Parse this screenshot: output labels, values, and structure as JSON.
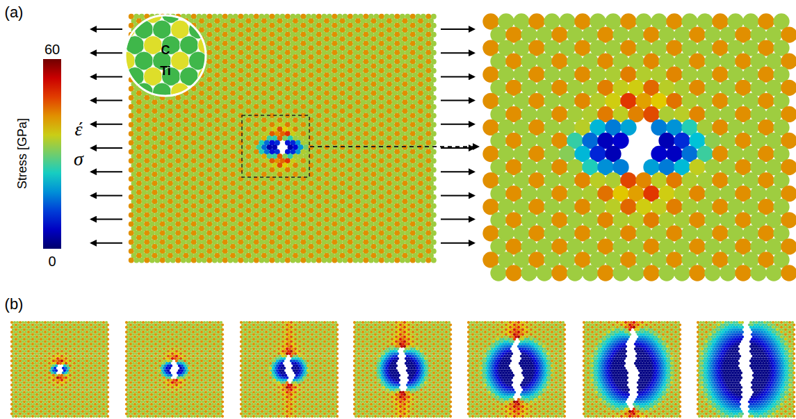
{
  "diagram": {
    "labels": [
      "(a)",
      "60",
      "Stress [GPa]",
      "0",
      "C",
      "Ti",
      "έ",
      "σ",
      "(b)"
    ]
  }
}
